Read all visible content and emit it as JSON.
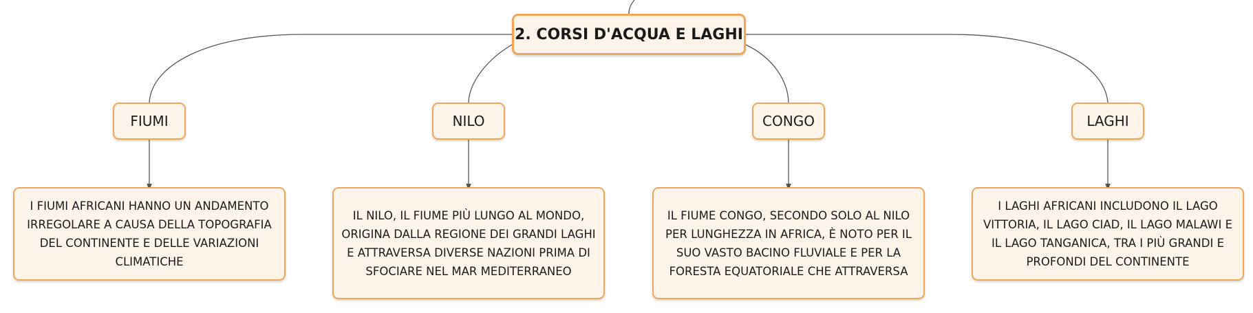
{
  "root": {
    "title": "2. CORSI D'ACQUA E LAGHI"
  },
  "branches": [
    {
      "label": "FIUMI",
      "description": "I FIUMI AFRICANI HANNO UN ANDAMENTO IRREGOLARE A CAUSA DELLA TOPOGRAFIA DEL CONTINENTE E DELLE VARIAZIONI CLIMATICHE"
    },
    {
      "label": "NILO",
      "description": "IL NILO, IL FIUME PIÙ LUNGO AL MONDO, ORIGINA DALLA REGIONE DEI GRANDI LAGHI E ATTRAVERSA DIVERSE NAZIONI PRIMA DI SFOCIARE NEL MAR MEDITERRANEO"
    },
    {
      "label": "CONGO",
      "description": "IL FIUME CONGO, SECONDO SOLO AL NILO PER LUNGHEZZA IN AFRICA, È NOTO PER IL SUO VASTO BACINO FLUVIALE E PER LA FORESTA EQUATORIALE CHE ATTRAVERSA"
    },
    {
      "label": "LAGHI",
      "description": "I LAGHI AFRICANI INCLUDONO IL LAGO VITTORIA, IL LAGO CIAD, IL LAGO MALAWI E IL LAGO TANGANICA, TRA I PIÙ GRANDI E PROFONDI DEL CONTINENTE"
    }
  ],
  "colors": {
    "node_border": "#f2a65a",
    "node_fill": "#fff4ea",
    "connector": "#555555"
  }
}
